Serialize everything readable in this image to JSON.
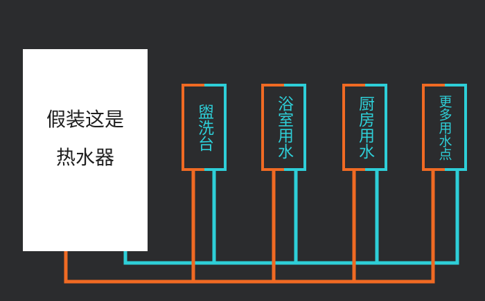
{
  "colors": {
    "background": "#2b2c2e",
    "hot_pipe": "#f06a23",
    "cold_pipe": "#2ecfd8",
    "heater_fill": "#ffffff",
    "heater_text": "#1e1e1e",
    "fixture_text": "#2ecfd8"
  },
  "heater": {
    "line1": "假装这是",
    "line2": "热水器"
  },
  "fixtures": [
    {
      "label": "盥洗台"
    },
    {
      "label": "浴室用水"
    },
    {
      "label": "厨房用水"
    },
    {
      "label": "更多用水点"
    }
  ]
}
